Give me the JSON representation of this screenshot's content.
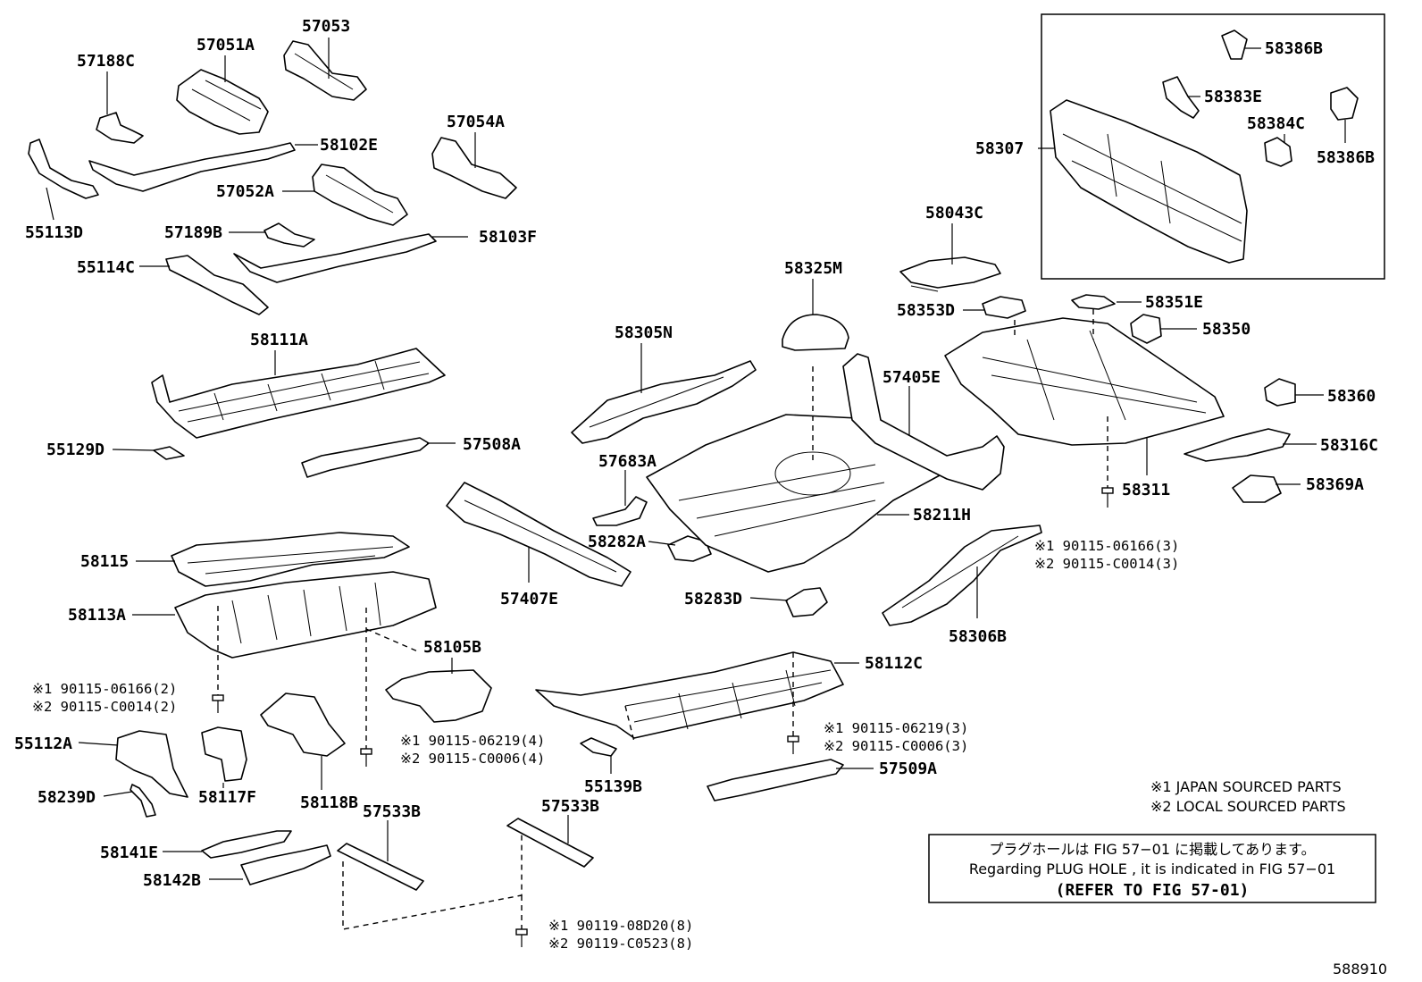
{
  "diagram": {
    "figure_number": "588910",
    "labels": [
      {
        "id": "57188C",
        "text": "57188C"
      },
      {
        "id": "57051A",
        "text": "57051A"
      },
      {
        "id": "57053",
        "text": "57053"
      },
      {
        "id": "58102E",
        "text": "58102E"
      },
      {
        "id": "57054A",
        "text": "57054A"
      },
      {
        "id": "55113D",
        "text": "55113D"
      },
      {
        "id": "57052A",
        "text": "57052A"
      },
      {
        "id": "57189B",
        "text": "57189B"
      },
      {
        "id": "58103F",
        "text": "58103F"
      },
      {
        "id": "55114C",
        "text": "55114C"
      },
      {
        "id": "58111A",
        "text": "58111A"
      },
      {
        "id": "55129D",
        "text": "55129D"
      },
      {
        "id": "57508A",
        "text": "57508A"
      },
      {
        "id": "58115",
        "text": "58115"
      },
      {
        "id": "58113A",
        "text": "58113A"
      },
      {
        "id": "58105B",
        "text": "58105B"
      },
      {
        "id": "55112A",
        "text": "55112A"
      },
      {
        "id": "58239D",
        "text": "58239D"
      },
      {
        "id": "58117F",
        "text": "58117F"
      },
      {
        "id": "58118B",
        "text": "58118B"
      },
      {
        "id": "57533B-1",
        "text": "57533B"
      },
      {
        "id": "57533B-2",
        "text": "57533B"
      },
      {
        "id": "58141E",
        "text": "58141E"
      },
      {
        "id": "58142B",
        "text": "58142B"
      },
      {
        "id": "55139B",
        "text": "55139B"
      },
      {
        "id": "58305N",
        "text": "58305N"
      },
      {
        "id": "57683A",
        "text": "57683A"
      },
      {
        "id": "58282A",
        "text": "58282A"
      },
      {
        "id": "57407E",
        "text": "57407E"
      },
      {
        "id": "58283D",
        "text": "58283D"
      },
      {
        "id": "58325M",
        "text": "58325M"
      },
      {
        "id": "58211H",
        "text": "58211H"
      },
      {
        "id": "57405E",
        "text": "57405E"
      },
      {
        "id": "58043C",
        "text": "58043C"
      },
      {
        "id": "58353D",
        "text": "58353D"
      },
      {
        "id": "58351E",
        "text": "58351E"
      },
      {
        "id": "58350",
        "text": "58350"
      },
      {
        "id": "58360",
        "text": "58360"
      },
      {
        "id": "58316C",
        "text": "58316C"
      },
      {
        "id": "58311",
        "text": "58311"
      },
      {
        "id": "58369A",
        "text": "58369A"
      },
      {
        "id": "58306B",
        "text": "58306B"
      },
      {
        "id": "58112C",
        "text": "58112C"
      },
      {
        "id": "57509A",
        "text": "57509A"
      },
      {
        "id": "58307",
        "text": "58307"
      },
      {
        "id": "58386B-1",
        "text": "58386B"
      },
      {
        "id": "58383E",
        "text": "58383E"
      },
      {
        "id": "58384C",
        "text": "58384C"
      },
      {
        "id": "58386B-2",
        "text": "58386B"
      }
    ],
    "fastener_notes": [
      {
        "id": "f1a",
        "text": "※1 90115-06166(2)"
      },
      {
        "id": "f1b",
        "text": "※2 90115-C0014(2)"
      },
      {
        "id": "f2a",
        "text": "※1 90115-06219(4)"
      },
      {
        "id": "f2b",
        "text": "※2 90115-C0006(4)"
      },
      {
        "id": "f3a",
        "text": "※1 90115-06219(3)"
      },
      {
        "id": "f3b",
        "text": "※2 90115-C0006(3)"
      },
      {
        "id": "f4a",
        "text": "※1 90115-06166(3)"
      },
      {
        "id": "f4b",
        "text": "※2 90115-C0014(3)"
      },
      {
        "id": "f5a",
        "text": "※1 90119-08D20(8)"
      },
      {
        "id": "f5b",
        "text": "※2 90119-C0523(8)"
      }
    ],
    "legend": {
      "line1": "※1 JAPAN SOURCED PARTS",
      "line2": "※2 LOCAL SOURCED PARTS"
    },
    "note_box": {
      "line1": "プラグホールは FIG 57−01 に掲載してあります。",
      "line2": "Regarding PLUG HOLE , it is indicated in FIG 57−01",
      "line3": "(REFER TO FIG 57-01)"
    }
  }
}
